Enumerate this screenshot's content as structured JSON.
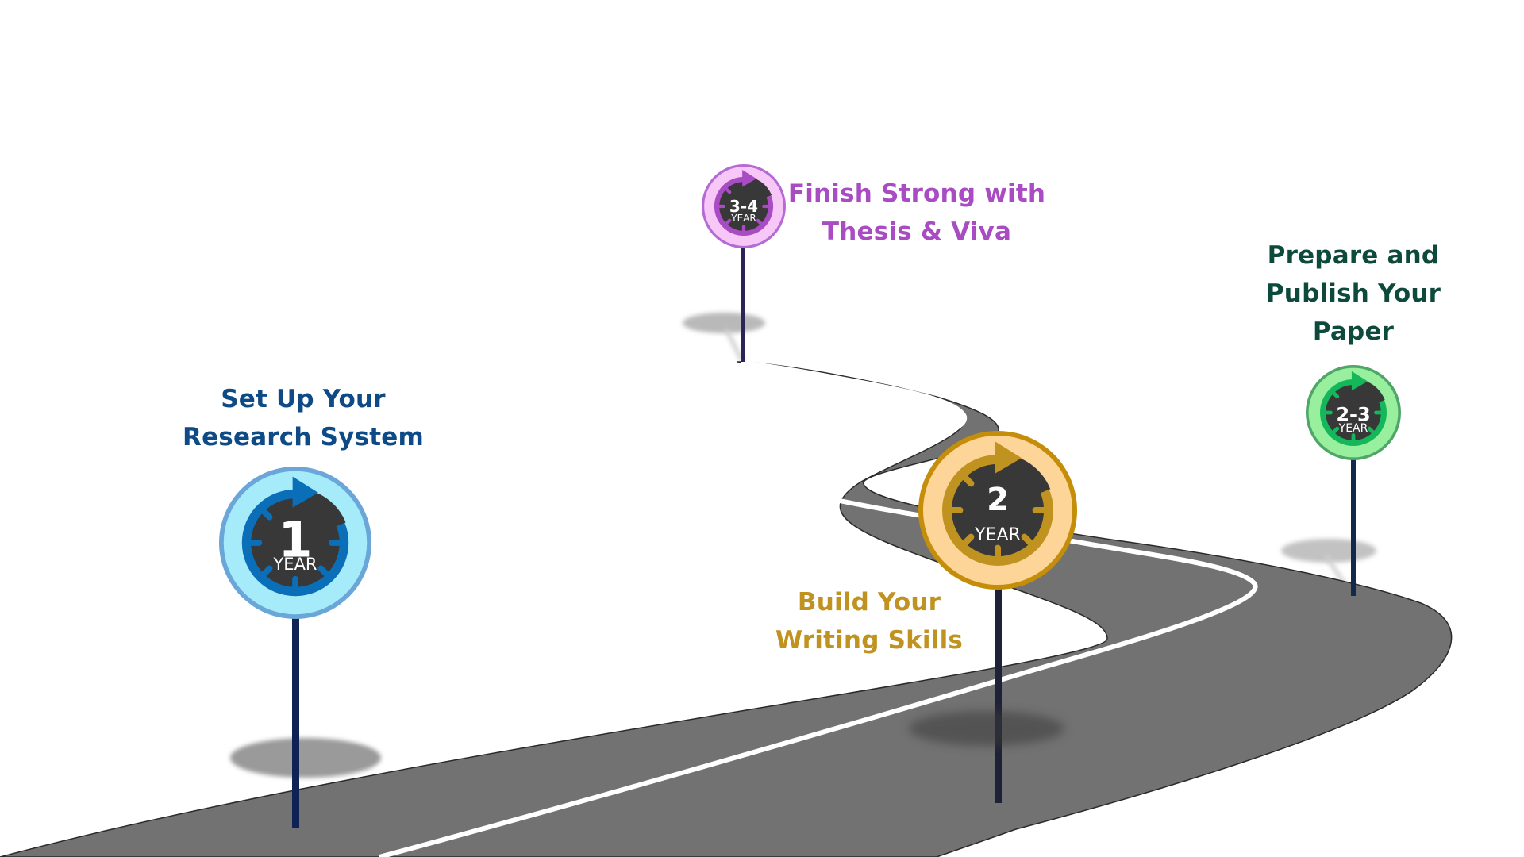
{
  "title": "PhD roadmap",
  "milestones": [
    {
      "id": "year-1",
      "badge_number": "1",
      "badge_unit": "YEAR",
      "label_lines": [
        "Set Up Your",
        "Research System"
      ],
      "colors": {
        "text": "#0d4a86",
        "ring": "#0a6fb8",
        "face_outer": "#a6ebfa",
        "border": "#6aa7d8"
      }
    },
    {
      "id": "year-2",
      "badge_number": "2",
      "badge_unit": "YEAR",
      "label_lines": [
        "Build Your",
        "Writing Skills"
      ],
      "colors": {
        "text": "#c0921f",
        "ring": "#c0921f",
        "face_outer": "#fdd598",
        "border": "#c48e0a"
      }
    },
    {
      "id": "year-2-3",
      "badge_number": "2-3",
      "badge_unit": "YEAR",
      "label_lines": [
        "Prepare and",
        "Publish Your",
        "Paper"
      ],
      "colors": {
        "text": "#0e4a3c",
        "ring": "#14b85a",
        "face_outer": "#98f09e",
        "border": "#4fa668"
      }
    },
    {
      "id": "year-3-4",
      "badge_number": "3-4",
      "badge_unit": "YEAR",
      "label_lines": [
        "Finish Strong with",
        "Thesis & Viva"
      ],
      "colors": {
        "text": "#a94cc4",
        "ring": "#a94cc4",
        "face_outer": "#f7c8f7",
        "border": "#b56bd4"
      }
    }
  ],
  "colors": {
    "road": "#727272",
    "road_edge": "#2a2a2a",
    "center_line": "#ffffff",
    "pole": "#13204a",
    "clock_face": "#383838",
    "shadow": "#8a8a8a"
  }
}
